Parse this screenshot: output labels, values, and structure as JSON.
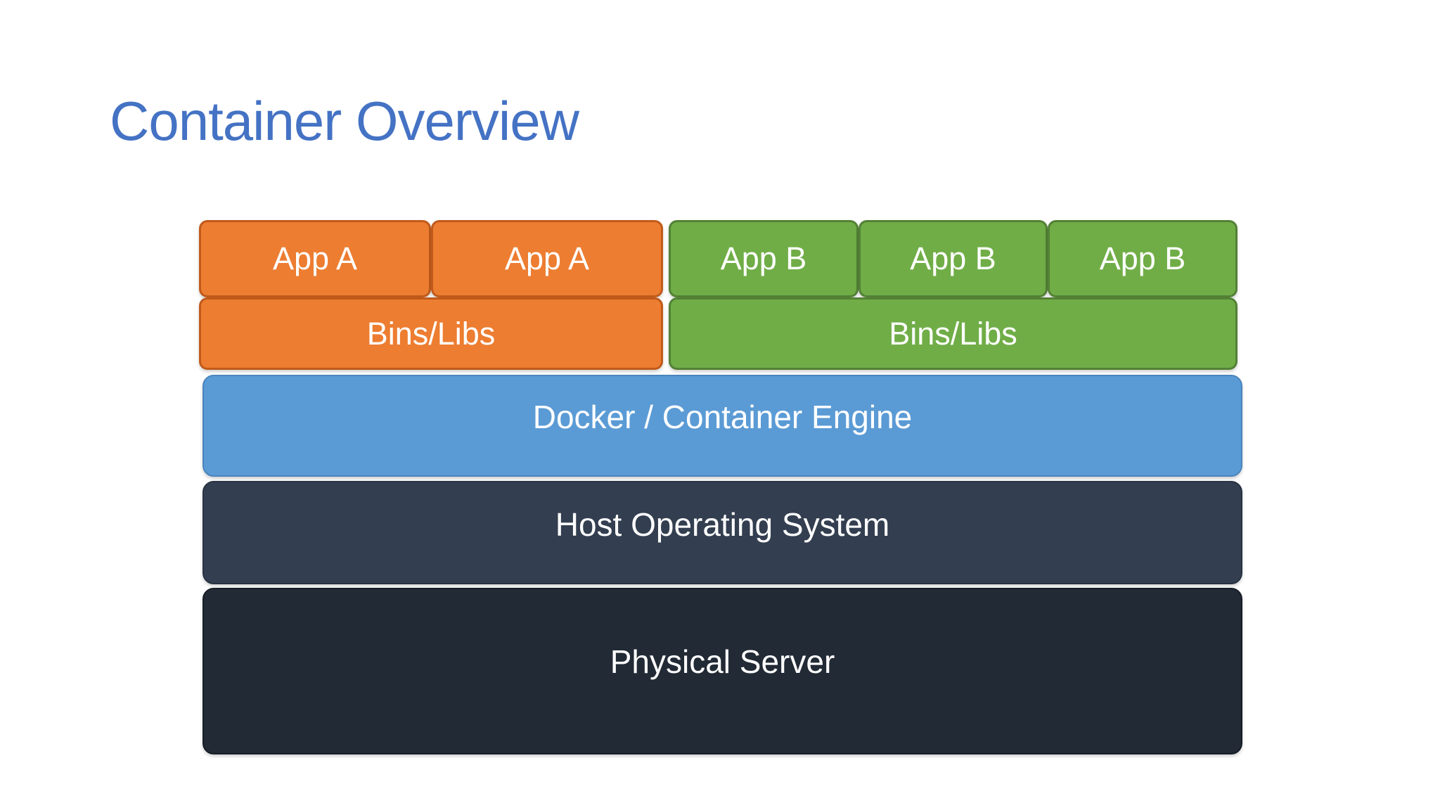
{
  "slide": {
    "title": "Container Overview",
    "title_color": "#4472C4",
    "background": "#FFFFFF",
    "text_color": "#FFFFFF"
  },
  "diagram": {
    "container_groups": [
      {
        "id": "container-group-a",
        "fill": "#ED7D31",
        "border": "#C05A1B",
        "apps": [
          "App A",
          "App A"
        ],
        "bins": "Bins/Libs"
      },
      {
        "id": "container-group-b",
        "fill": "#70AD47",
        "border": "#538135",
        "apps": [
          "App B",
          "App B",
          "App B"
        ],
        "bins": "Bins/Libs"
      }
    ],
    "layers": [
      {
        "label": "Docker / Container Engine",
        "fill": "#5B9BD5"
      },
      {
        "label": "Host Operating System",
        "fill": "#333F50"
      },
      {
        "label": "Physical Server",
        "fill": "#222A35"
      }
    ]
  }
}
